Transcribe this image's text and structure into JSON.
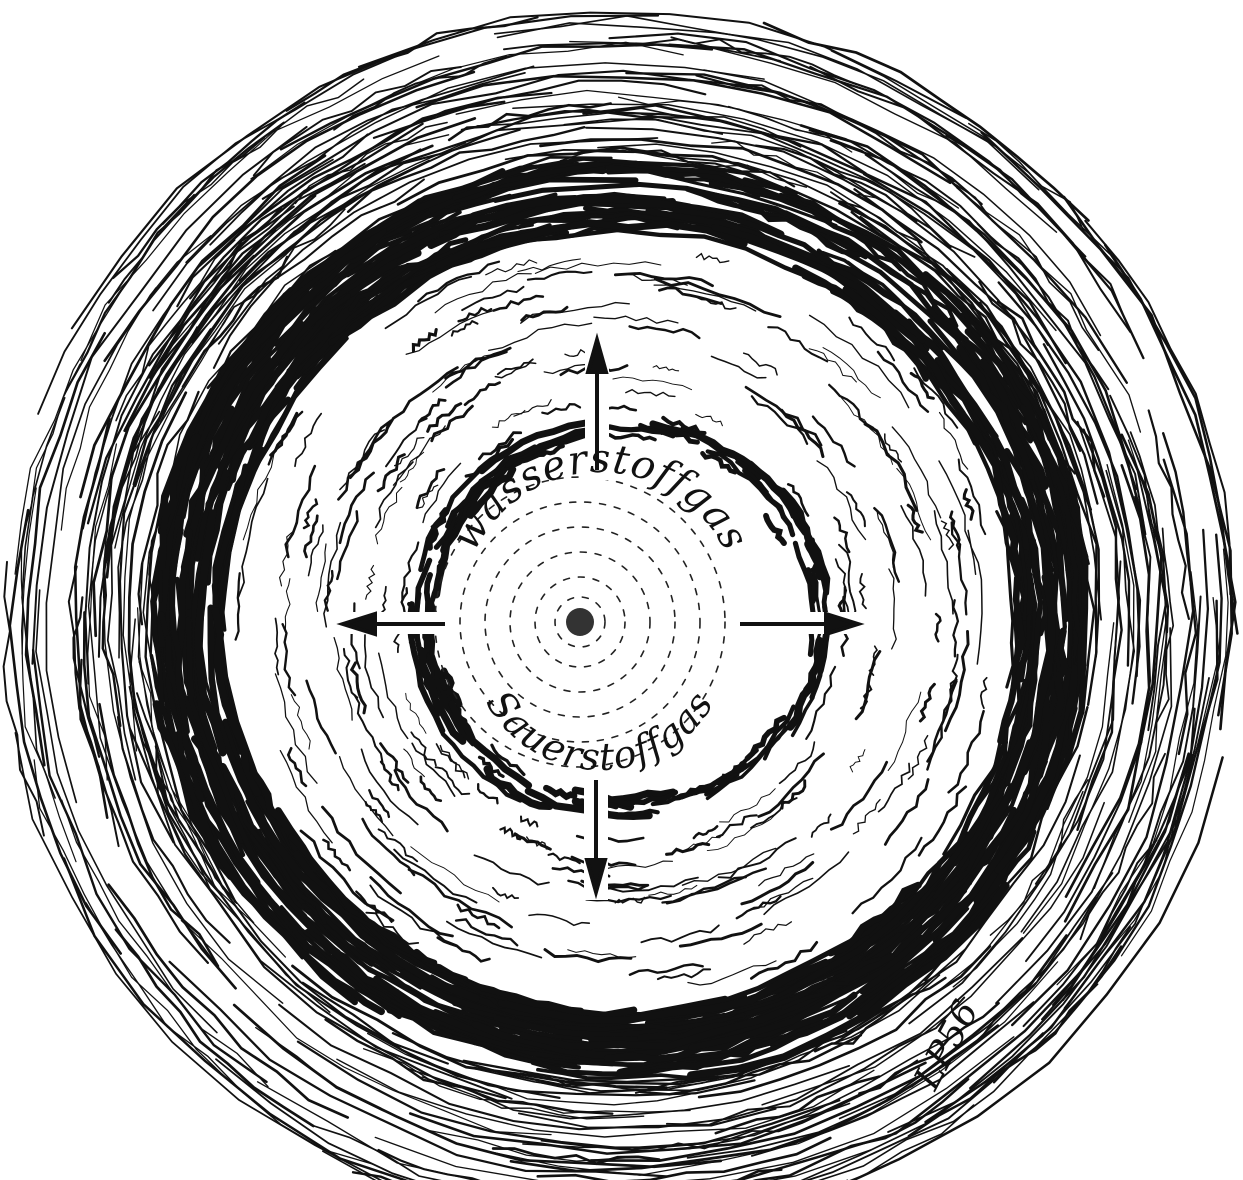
{
  "labels": {
    "upper": "wasserstoffgas",
    "lower": "Sauerstoffgas",
    "signature": "LP56"
  },
  "colors": {
    "ink": "#111111",
    "paper": "#ffffff"
  },
  "icons": {
    "arrow_up": "arrow-up-icon",
    "arrow_down": "arrow-down-icon",
    "arrow_left": "arrow-left-icon",
    "arrow_right": "arrow-right-icon"
  }
}
